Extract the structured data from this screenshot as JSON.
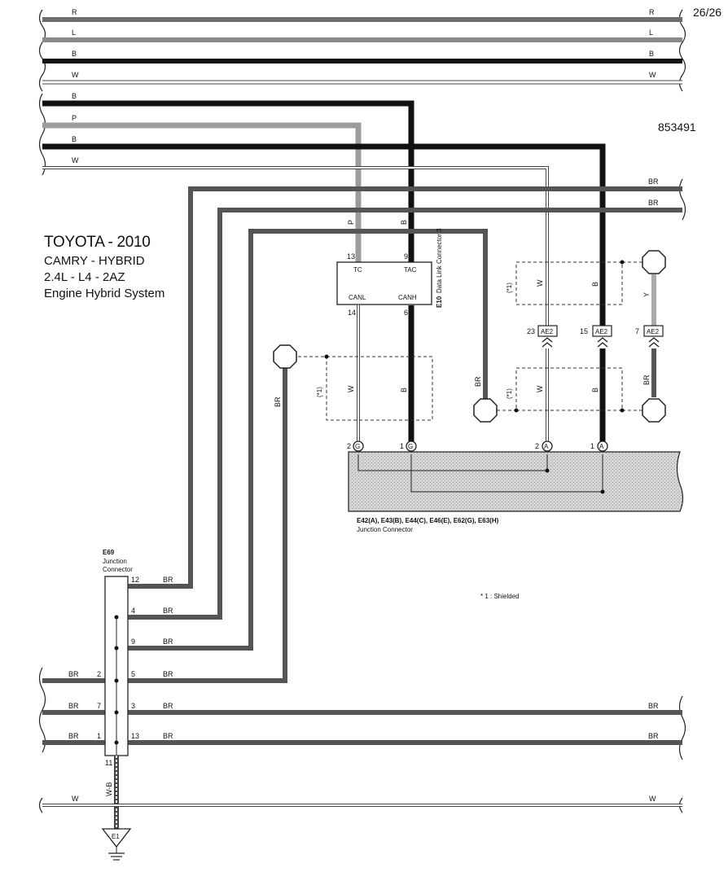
{
  "header": {
    "page_number": "26/26",
    "diagram_id": "853491"
  },
  "vehicle": {
    "make_year": "TOYOTA - 2010",
    "model": "CAMRY - HYBRID",
    "engine": "2.4L - L4 - 2AZ",
    "system": "Engine Hybrid System"
  },
  "top_bus": [
    {
      "color": "R",
      "style": "gray"
    },
    {
      "color": "L",
      "style": "gray"
    },
    {
      "color": "B",
      "style": "black"
    },
    {
      "color": "W",
      "style": "white"
    }
  ],
  "left_wires": {
    "b1": "B",
    "p": "P",
    "b2": "B",
    "w": "W",
    "br": "BR"
  },
  "e10": {
    "id": "E10",
    "name": "Data Link Connector 3",
    "pins": {
      "tc_num": "13",
      "tac_num": "9",
      "canl_num": "14",
      "canh_num": "6"
    },
    "labels": {
      "tc": "TC",
      "tac": "TAC",
      "canl": "CANL",
      "canh": "CANH"
    }
  },
  "shielded": {
    "mark": "(*1)",
    "note": "* 1 : Shielded",
    "w": "W",
    "b": "B"
  },
  "ae2": {
    "label": "AE2",
    "pins": [
      "23",
      "15",
      "7"
    ],
    "y_wire": "Y",
    "br_wire": "BR"
  },
  "junction_connector": {
    "ids": "E42(A), E43(B), E44(C), E46(E), E62(G), E63(H)",
    "name": "Junction Connector",
    "pins": [
      {
        "num": "2",
        "letter": "G"
      },
      {
        "num": "1",
        "letter": "G"
      },
      {
        "num": "2",
        "letter": "A"
      },
      {
        "num": "1",
        "letter": "A"
      }
    ]
  },
  "e69": {
    "id": "E69",
    "name1": "Junction",
    "name2": "Connector",
    "right_pins": [
      "12",
      "4",
      "9",
      "5",
      "3",
      "13"
    ],
    "left_pins": [
      "2",
      "7",
      "1"
    ],
    "bottom_pin": "11",
    "wire": "BR"
  },
  "ground": {
    "id": "E1",
    "wire": "W-B"
  },
  "bottom_bus": {
    "color": "W"
  }
}
